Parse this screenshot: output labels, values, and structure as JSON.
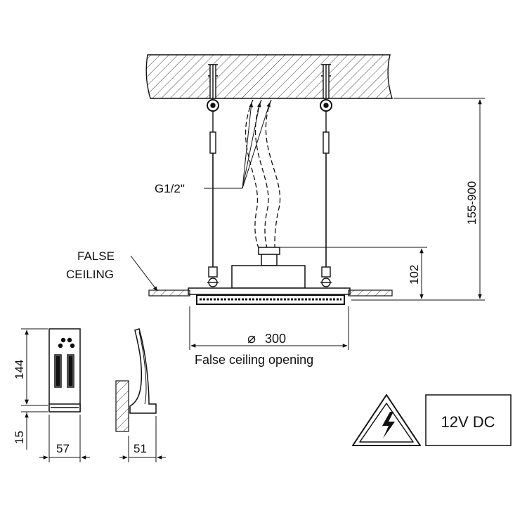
{
  "labels": {
    "pipe_thread": "G1/2\"",
    "false_ceiling_line1": "FALSE",
    "false_ceiling_line2": "CEILING",
    "drop_range": "155-900",
    "body_height": "102",
    "diameter_symbol": "⌀",
    "diameter_value": "300",
    "opening": "False ceiling opening",
    "control_height": "144",
    "control_base": "15",
    "control_width": "57",
    "control_depth": "51",
    "voltage": "12V DC"
  },
  "icons": {
    "hazard": "high-voltage-warning-icon"
  },
  "colors": {
    "line": "#111111",
    "background": "#ffffff"
  }
}
